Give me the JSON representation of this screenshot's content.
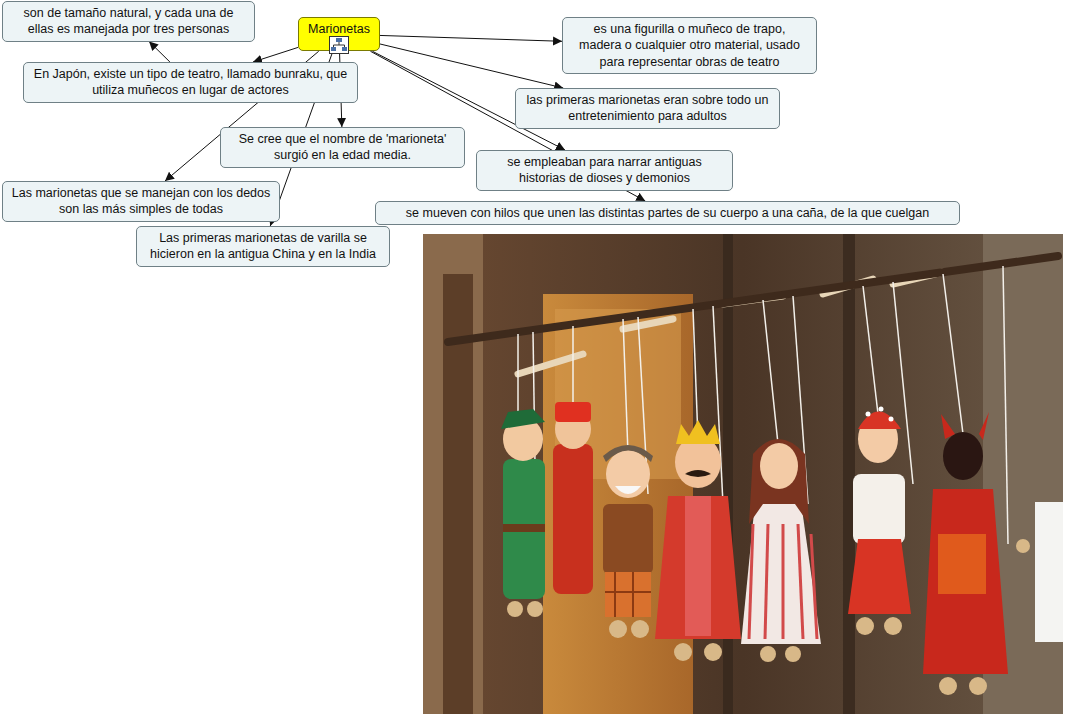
{
  "diagram": {
    "nodes": [
      {
        "text": [
          "Marionetas"
        ]
      },
      {
        "text": [
          "son de tamaño natural, y cada una de ellas es manejada por tres personas"
        ]
      },
      {
        "text": [
          "es una figurilla o muñeco de trapo, madera o cualquier otro material, usado para representar obras de teatro"
        ]
      },
      {
        "text": [
          "En Japón, existe un tipo de teatro, llamado bunraku, que utiliza muñecos en lugar de actores"
        ]
      },
      {
        "text": [
          "las primeras marionetas eran sobre todo un entretenimiento para adultos"
        ]
      },
      {
        "text": [
          "Se cree que el nombre de 'marioneta' surgió en la edad media."
        ]
      },
      {
        "text": [
          "se empleaban para narrar antiguas historias de dioses y demonios"
        ]
      },
      {
        "text": [
          "Las marionetas que se manejan con los dedos son las más simples de todas"
        ]
      },
      {
        "text": [
          "se mueven con hilos que unen las distintas partes de su cuerpo a una caña, de la que cuelgan"
        ]
      },
      {
        "text": [
          "Las primeras marionetas de varilla se hicieron en la antigua China y en la India"
        ]
      }
    ],
    "edges": [
      {
        "from": 0,
        "to": 2,
        "arrow": "to"
      },
      {
        "from": 0,
        "to": 4,
        "arrow": "to"
      },
      {
        "from": 0,
        "to": 6,
        "arrow": "to"
      },
      {
        "from": 0,
        "to": 8,
        "arrow": "to"
      },
      {
        "from": 0,
        "to": 3,
        "arrow": "to"
      },
      {
        "from": 0,
        "to": 5,
        "arrow": "to"
      },
      {
        "from": 0,
        "to": 7,
        "arrow": "to"
      },
      {
        "from": 0,
        "to": 9,
        "arrow": "to"
      },
      {
        "from": 3,
        "to": 1,
        "arrow": "to"
      }
    ]
  }
}
